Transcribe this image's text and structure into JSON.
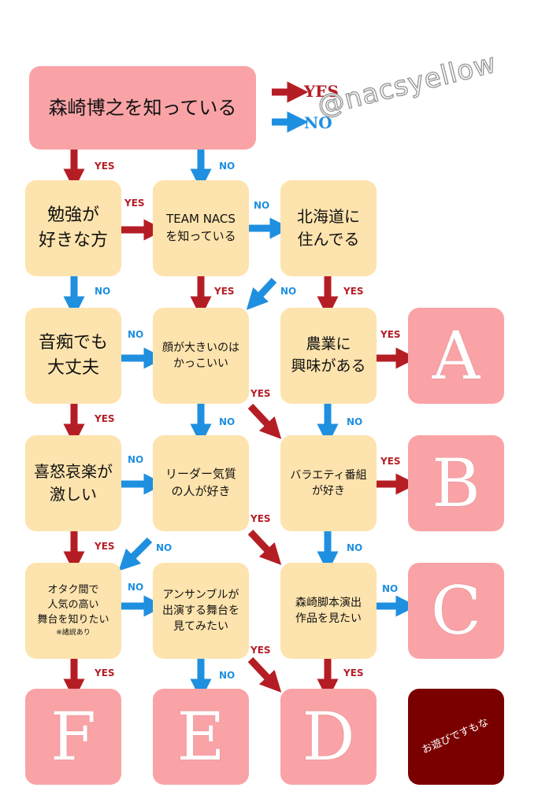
{
  "colors": {
    "yes": "#b51d25",
    "no": "#1f8fe0",
    "question_box": "#fde3ad",
    "result_box": "#f9a3a7",
    "special_box": "#7a0000"
  },
  "legend": {
    "yes": "YES",
    "no": "NO"
  },
  "watermark": "@nacsyellow",
  "edge_labels": {
    "yes": "YES",
    "no": "NO"
  },
  "nodes": {
    "q_start": "森崎博之を知っている",
    "q_study": "勉強が\n好きな方",
    "q_team_nacs": "TEAM NACS\nを知っている",
    "q_hokkaido": "北海道に\n住んでる",
    "q_onchi": "音痴でも\n大丈夫",
    "q_kao": "顔が大きいのは\nかっこいい",
    "q_nogyo": "農業に\n興味がある",
    "q_kido": "喜怒哀楽が\n激しい",
    "q_leader": "リーダー気質\nの人が好き",
    "q_variety": "バラエティ番組\nが好き",
    "q_otaku": "オタク間で\n人気の高い\n舞台を知りたい",
    "q_otaku_note": "※諸説あり",
    "q_ensemble": "アンサンブルが\n出演する舞台を\n見てみたい",
    "q_morisaki": "森崎脚本演出\n作品を見たい",
    "r_a": "A",
    "r_b": "B",
    "r_c": "C",
    "r_d": "D",
    "r_e": "E",
    "r_f": "F",
    "r_special": "お遊びですもな"
  }
}
